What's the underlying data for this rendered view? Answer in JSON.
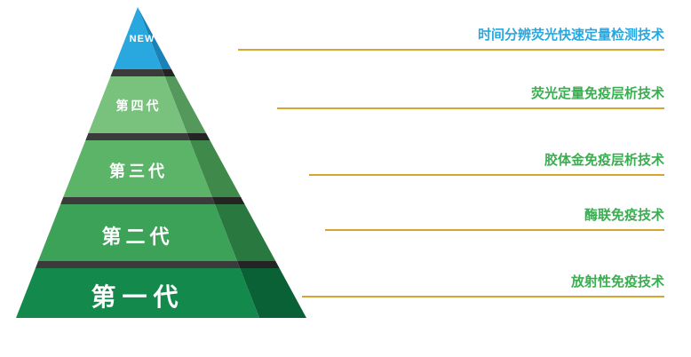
{
  "pyramid": {
    "tiers": [
      {
        "label": "NEW",
        "front": "#29A8E0",
        "side": "#1B82B8"
      },
      {
        "label": "第四代",
        "front": "#79C27D",
        "side": "#55985B"
      },
      {
        "label": "第三代",
        "front": "#5CB468",
        "side": "#3F8A4B"
      },
      {
        "label": "第二代",
        "front": "#3CA258",
        "side": "#287840"
      },
      {
        "label": "第一代",
        "front": "#138A4B",
        "side": "#0B6136"
      }
    ],
    "separator_front": "#3B3B3B",
    "separator_side": "#242424"
  },
  "labels": [
    {
      "text": "时间分辨荧光快速定量检测技术",
      "color": "#29A8E0"
    },
    {
      "text": "荧光定量免疫层析技术",
      "color": "#3BAD51"
    },
    {
      "text": "胶体金免疫层析技术",
      "color": "#3BAD51"
    },
    {
      "text": "酶联免疫技术",
      "color": "#3BAD51"
    },
    {
      "text": "放射性免疫技术",
      "color": "#3BAD51"
    }
  ],
  "underline_color": "#D6A433"
}
